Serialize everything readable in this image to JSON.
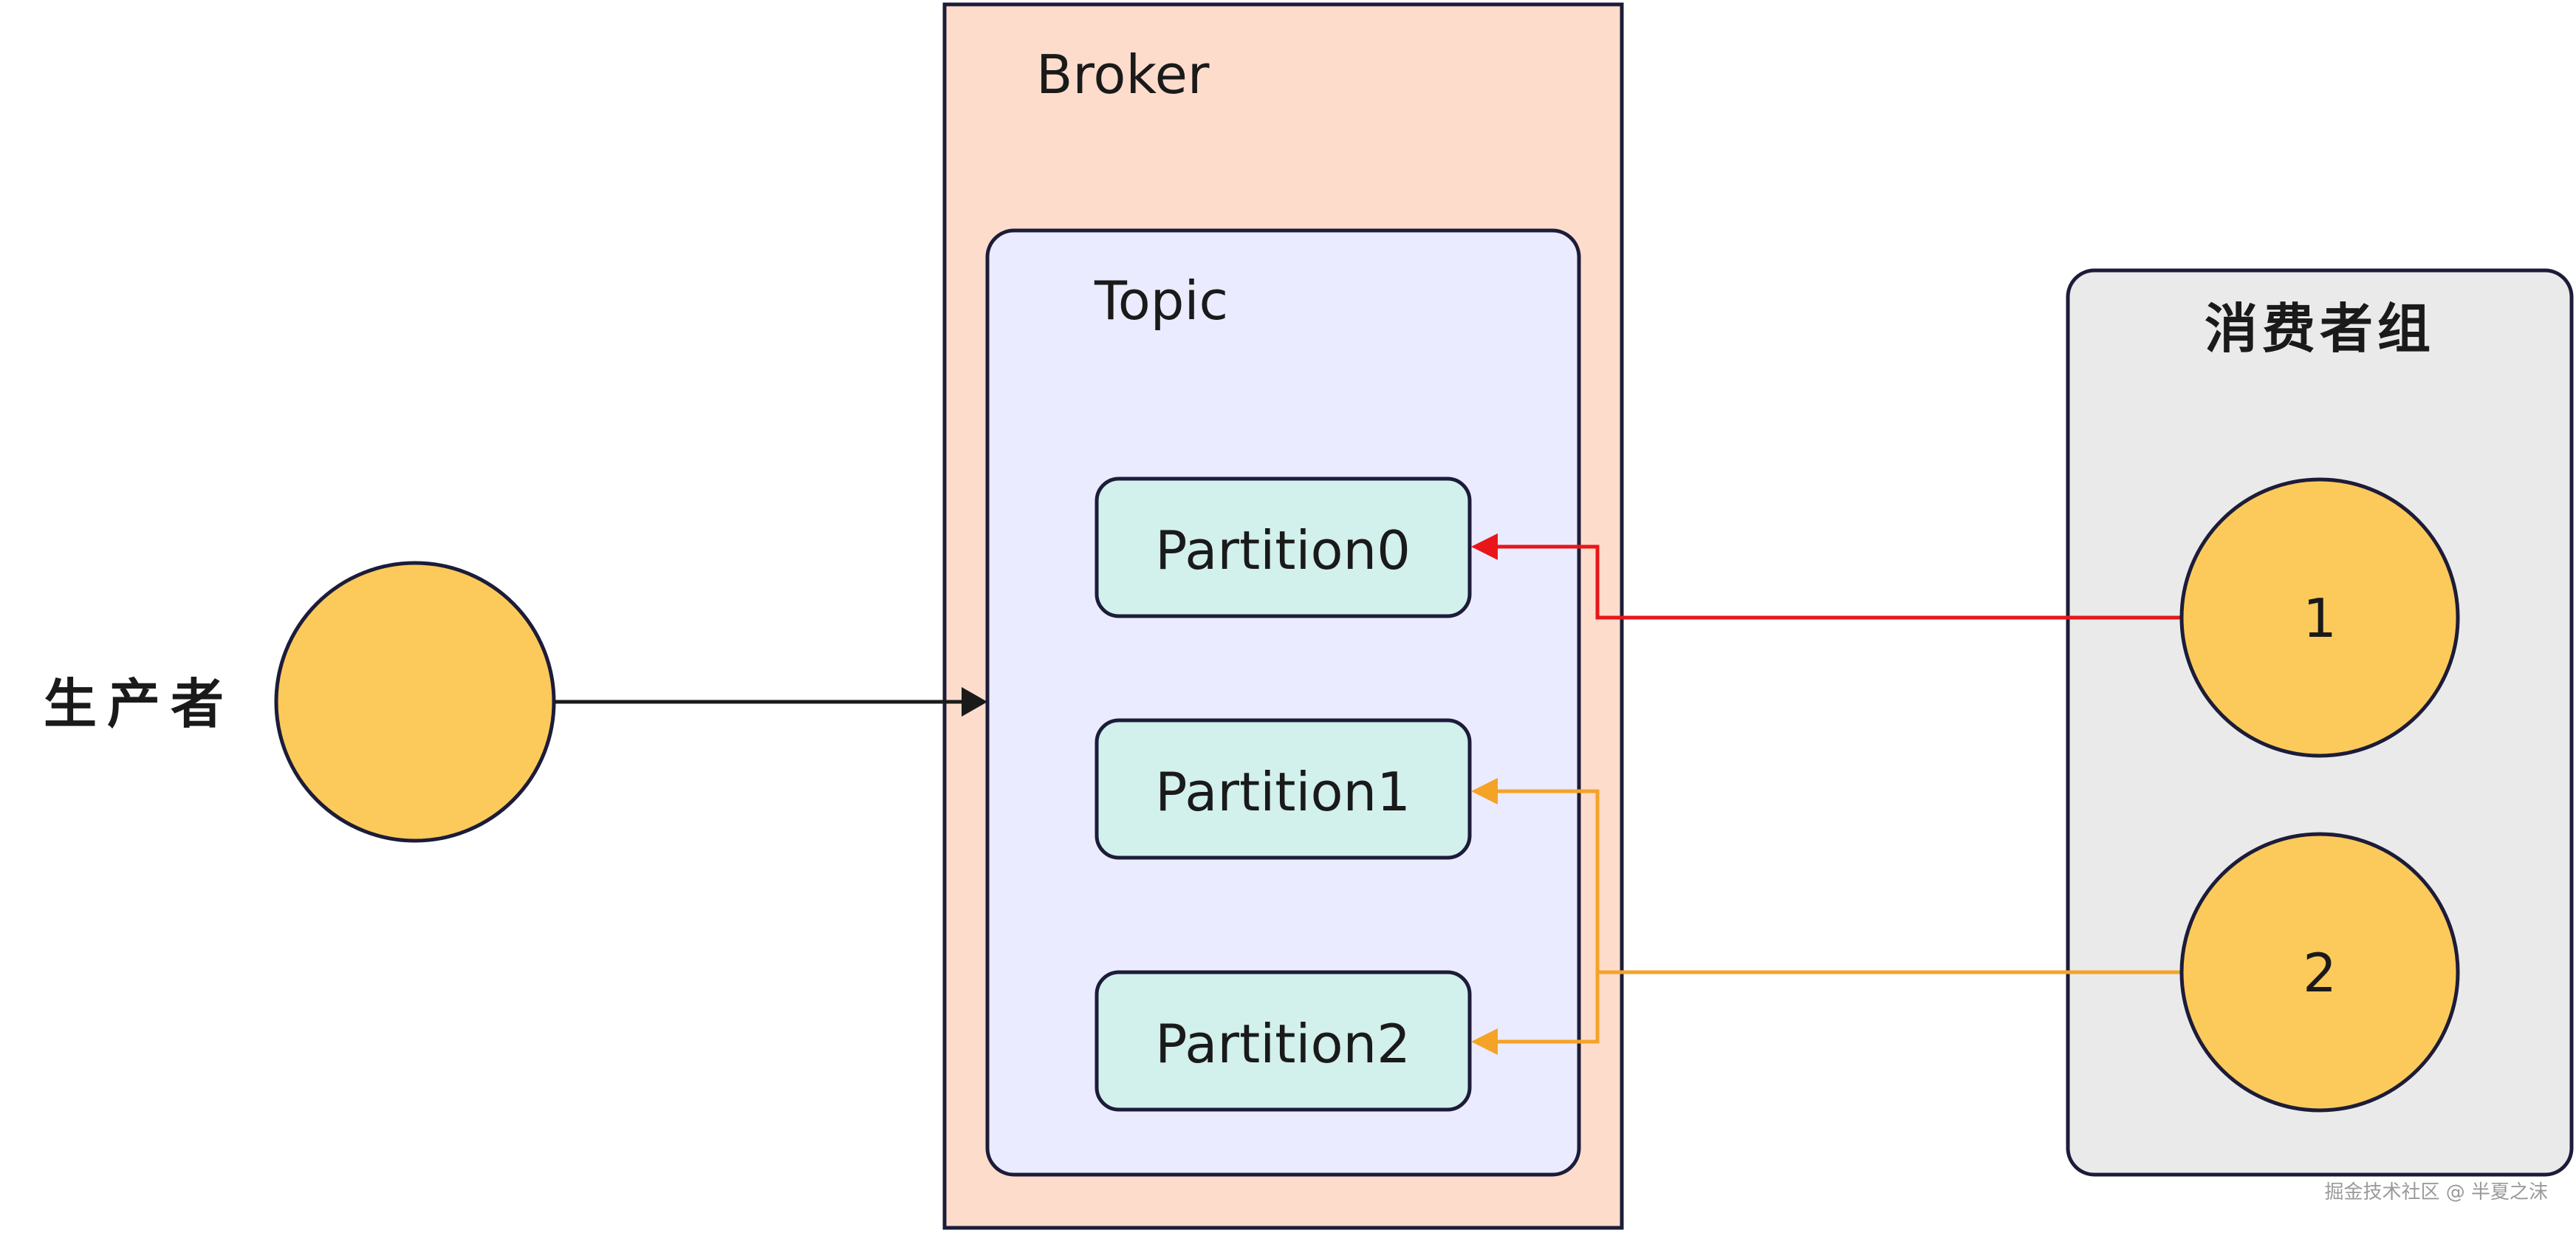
{
  "producer": {
    "label": "生产者",
    "color": "#FCCA5A"
  },
  "broker": {
    "label": "Broker",
    "color": "#FEDCCC"
  },
  "topic": {
    "label": "Topic",
    "color": "#EBEBFF"
  },
  "partitions": [
    {
      "label": "Partition0"
    },
    {
      "label": "Partition1"
    },
    {
      "label": "Partition2"
    }
  ],
  "partition_color": "#D2F0EC",
  "consumer_group": {
    "label": "消费者组",
    "color": "#EAEAEA",
    "consumers": [
      {
        "label": "1"
      },
      {
        "label": "2"
      }
    ]
  },
  "connections": {
    "producer_arrow_color": "#1a1a1a",
    "consumer1_color": "#E8161A",
    "consumer2_color": "#F5A327"
  },
  "watermark": "掘金技术社区 @ 半夏之沫"
}
